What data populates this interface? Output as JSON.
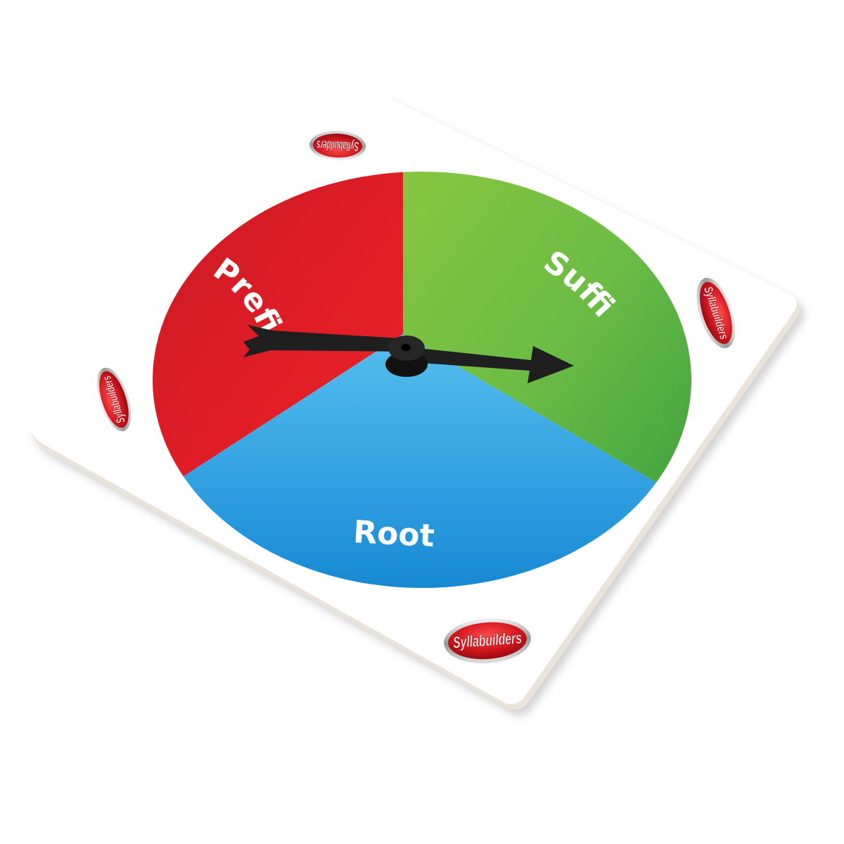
{
  "spinner": {
    "brand": "Syllabuilders",
    "segments": [
      {
        "id": "prefix",
        "label": "Prefix",
        "color": "#e01b24"
      },
      {
        "id": "suffix",
        "label": "Suffix",
        "color": "#5ab646"
      },
      {
        "id": "root",
        "label": "Root",
        "color": "#2b9de0"
      }
    ],
    "board_color": "#ffffff",
    "pointer_color": "#1e1e1e"
  }
}
